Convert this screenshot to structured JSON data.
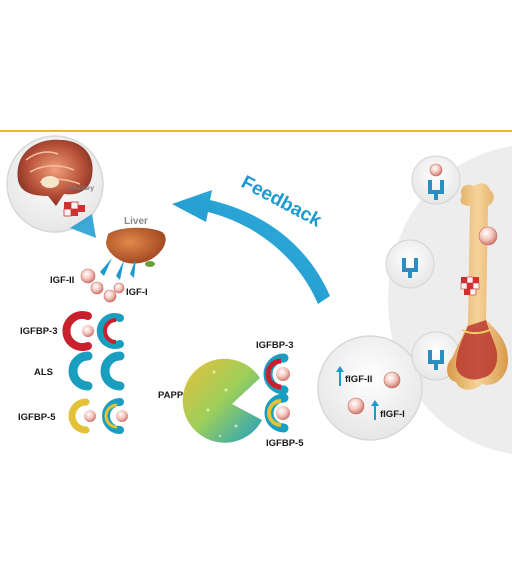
{
  "labels": {
    "pituitary": "Pituitary",
    "liver": "Liver",
    "feedback": "Feedback",
    "igf2": "IGF-II",
    "igf1": "IGF-I",
    "igfbp3_left": "IGFBP-3",
    "als": "ALS",
    "igfbp5_left": "IGFBP-5",
    "pappa2": "PAPP-A2",
    "igfbp3_center": "IGFBP-3",
    "igfbp5_center": "IGFBP-5",
    "figf2": "fIGF-II",
    "figf1": "fIGF-I"
  },
  "colors": {
    "accent_line": "#f3b13a",
    "arrow_blue": "#1b9ad0",
    "igfbp3_red": "#c8202c",
    "als_teal": "#1a9ec0",
    "receptor_blue": "#2a8fc0",
    "bone": "#e8b86c"
  },
  "icons": {
    "feedback_arrow": "curved-arrow-icon",
    "up_arrow": "up-arrow-icon",
    "receptor": "receptor-icon"
  }
}
